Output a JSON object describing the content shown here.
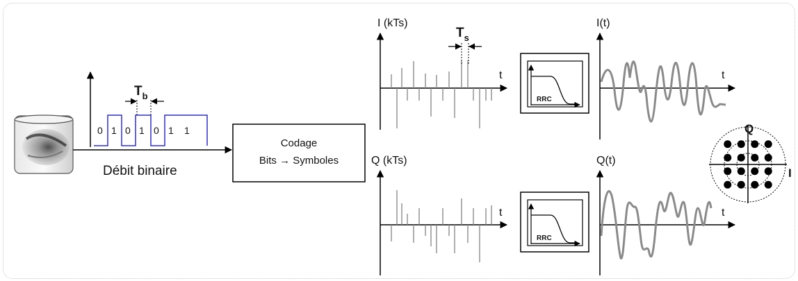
{
  "source": {
    "bits": [
      "0",
      "1",
      "0",
      "1",
      "0",
      "1",
      "1"
    ],
    "bit_period_main": "T",
    "bit_period_sub": "b",
    "rate_label": "Débit binaire"
  },
  "encoder": {
    "line1": "Codage",
    "line2": "Bits → Symboles"
  },
  "i_branch": {
    "axis_label": "I (kTs)",
    "time_label": "t",
    "symbol_period_main": "T",
    "symbol_period_sub": "s",
    "filter_label": "RRC",
    "output_label": "I(t)",
    "output_time_label": "t"
  },
  "q_branch": {
    "axis_label": "Q (kTs)",
    "time_label": "t",
    "filter_label": "RRC",
    "output_label": "Q(t)",
    "output_time_label": "t"
  },
  "constellation": {
    "q_axis_label": "Q",
    "i_axis_label": "I"
  },
  "colors": {
    "bits_waveform": "#2e2ec8",
    "impulses": "#8c8c8c",
    "signal": "#8a8a8a",
    "axes": "#000000"
  }
}
